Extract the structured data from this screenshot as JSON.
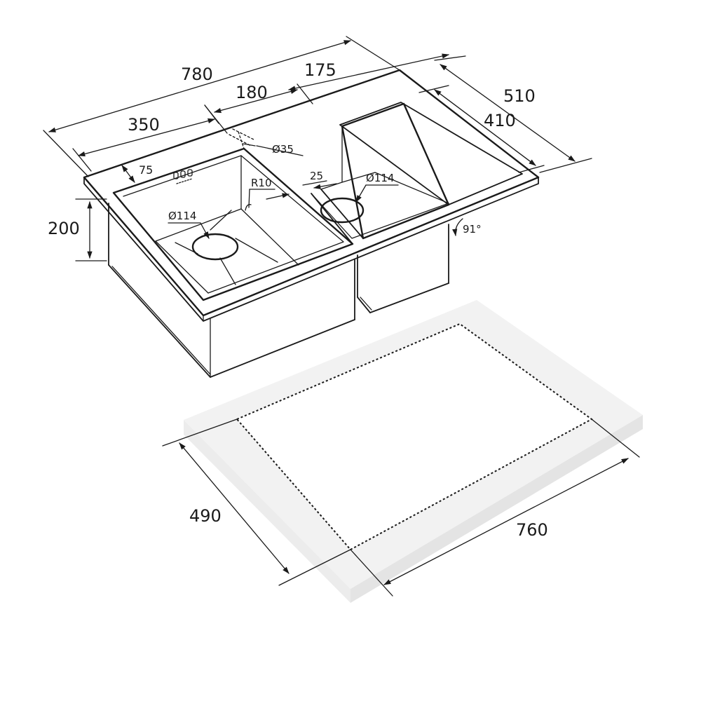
{
  "sink_dimensions": {
    "overall_length": "780",
    "left_bowl_width": "350",
    "center_spacing": "180",
    "right_bowl_offset": "175",
    "overall_depth": "510",
    "inner_depth": "410",
    "bowl_height": "200",
    "edge_offset": "75",
    "overflow_diameter": "Ø35",
    "drain_left": "Ø114",
    "drain_right": "Ø114",
    "corner_radius": "R10",
    "divider_width": "25",
    "wall_angle": "91°"
  },
  "cutout_dimensions": {
    "depth": "490",
    "length": "760"
  },
  "colors": {
    "line": "#1a1a1a",
    "countertop_top": "#f0f0f0",
    "countertop_side": "#e4e4e4",
    "background": "#ffffff"
  }
}
